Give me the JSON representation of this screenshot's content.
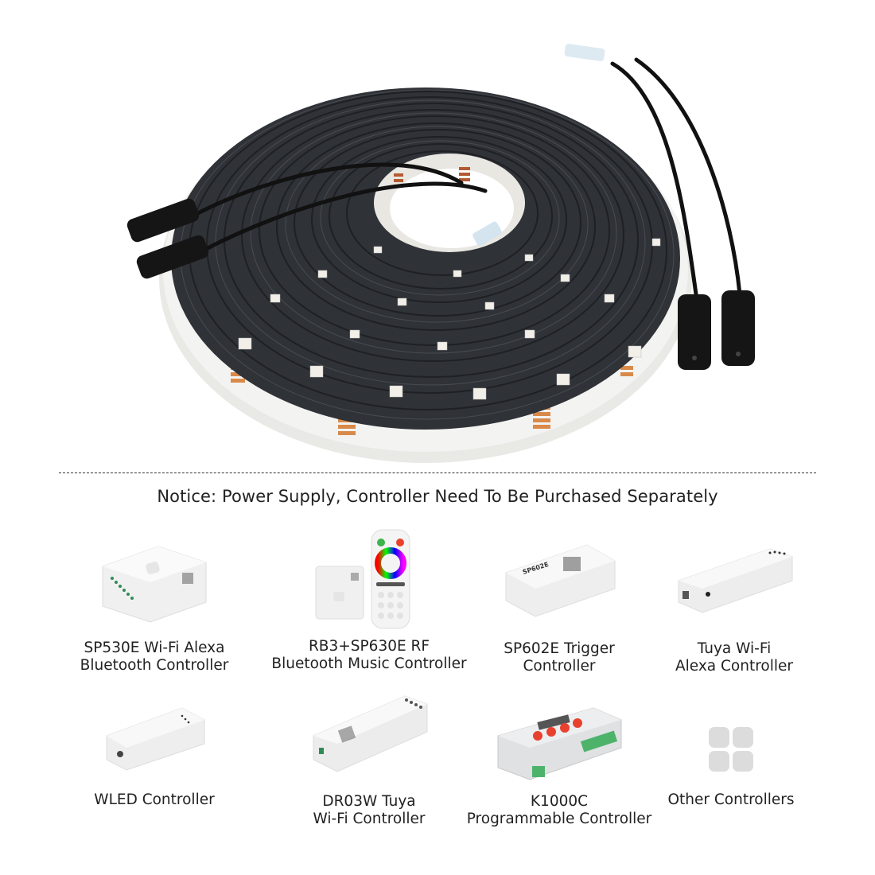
{
  "hero": {
    "product": "waterproof-addressable-led-strip-reel",
    "strip_color": "#2f3237",
    "pcb_white": "#f1f1ef",
    "copper_pad": "#d98a4a",
    "connector_color": "#151515"
  },
  "notice": {
    "text": "Notice: Power Supply, Controller Need To Be Purchased Separately"
  },
  "controllers": [
    {
      "id": "sp530e",
      "line1": "SP530E Wi-Fi Alexa",
      "line2": "Bluetooth Controller",
      "icon": "sp530e-controller-image"
    },
    {
      "id": "rb3-sp630e",
      "line1": "RB3+SP630E RF",
      "line2": "Bluetooth Music Controller",
      "icon": "rf-remote-controller-image"
    },
    {
      "id": "sp602e",
      "line1": "SP602E Trigger",
      "line2": "Controller",
      "icon": "sp602e-controller-image"
    },
    {
      "id": "tuya-wifi",
      "line1": "Tuya Wi-Fi",
      "line2": "Alexa Controller",
      "icon": "tuya-controller-image"
    },
    {
      "id": "wled",
      "line1": "WLED Controller",
      "line2": "",
      "icon": "wled-controller-image"
    },
    {
      "id": "dr03w",
      "line1": "DR03W Tuya",
      "line2": "Wi-Fi Controller",
      "icon": "dr03w-controller-image"
    },
    {
      "id": "k1000c",
      "line1": "K1000C",
      "line2": "Programmable Controller",
      "icon": "k1000c-controller-image"
    },
    {
      "id": "other",
      "line1": "Other Controllers",
      "line2": "",
      "icon": "grid-apps-icon"
    }
  ],
  "colors": {
    "text": "#222222",
    "divider": "#333333",
    "device_white": "#eeeeee",
    "k1000c_red": "#e8412e",
    "terminal_green": "#4db36b",
    "other_icon_gray": "#dcdcdc"
  }
}
